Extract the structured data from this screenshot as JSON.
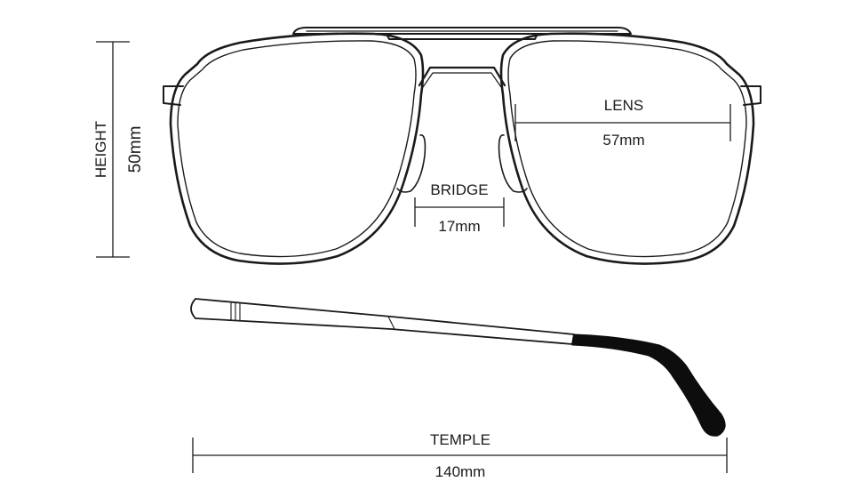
{
  "measurements": {
    "height": {
      "label": "HEIGHT",
      "value": "50mm"
    },
    "lens": {
      "label": "LENS",
      "value": "57mm"
    },
    "bridge": {
      "label": "BRIDGE",
      "value": "17mm"
    },
    "temple": {
      "label": "TEMPLE",
      "value": "140mm"
    }
  },
  "colors": {
    "line": "#1a1a1a",
    "temple_tip": "#0d0d0d",
    "background": "#ffffff"
  }
}
